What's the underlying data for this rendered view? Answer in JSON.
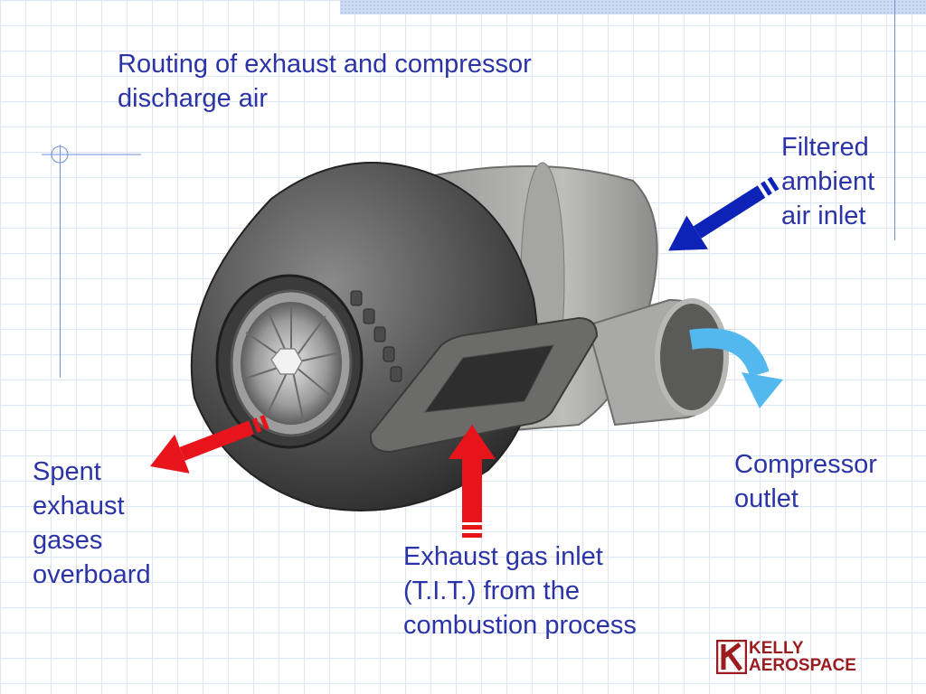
{
  "slide": {
    "title": "Routing of exhaust and compressor\ndischarge air",
    "labels": {
      "filtered_air": "Filtered\nambient\nair inlet",
      "spent_exhaust": "Spent\nexhaust\ngases\noverboard",
      "compressor_outlet": "Compressor\noutlet",
      "exhaust_inlet": "Exhaust gas inlet\n(T.I.T.) from the\ncombustion process"
    },
    "logo": {
      "line1": "KELLY",
      "line2": "AEROSPACE"
    }
  },
  "colors": {
    "text": "#2b34a6",
    "exhaust_arrow": "#e8141b",
    "intake_arrow": "#0d23b8",
    "outlet_arrow": "#52b8ee",
    "logo": "#9b1b1f"
  }
}
